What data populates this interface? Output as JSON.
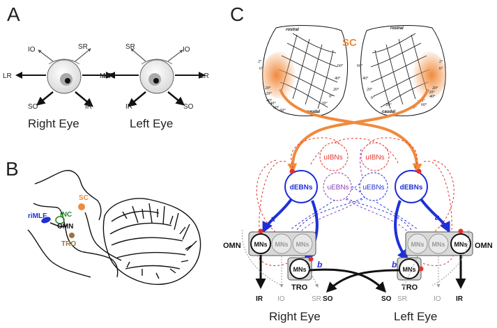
{
  "panels": {
    "a": "A",
    "b": "B",
    "c": "C"
  },
  "panel_a": {
    "right_eye": {
      "title": "Right Eye",
      "io": "IO",
      "sr": "SR",
      "lr": "LR",
      "mr": "MR",
      "so": "SO",
      "ir": "IR"
    },
    "left_eye": {
      "title": "Left Eye",
      "sr": "SR",
      "io": "IO",
      "mr": "MR",
      "lr": "LR",
      "ir": "IR",
      "so": "SO"
    }
  },
  "panel_b": {
    "sc": "SC",
    "rimlf": "riMLF",
    "inc": "iNC",
    "omn": "OMN",
    "tro": "TRO"
  },
  "panel_c": {
    "sc": "SC",
    "map_labels": {
      "rostral": "rostral",
      "caudal": "caudal"
    },
    "left_map_ticks": [
      "2°",
      "6°",
      "20°",
      "40°",
      "60°",
      "−20°",
      "−40°",
      "−60°",
      "20°",
      "40°",
      "60°",
      "0°",
      "−20°"
    ],
    "right_map_ticks": [
      "2°",
      "6°",
      "20°",
      "40°",
      "60°",
      "−20°",
      "−40°",
      "−60°",
      "20°",
      "40°",
      "60°",
      "0°",
      "−20°"
    ],
    "uibns_left": "uIBNs",
    "uibns_right": "uIBNs",
    "uebns_left": "uEBNs",
    "uebns_right": "uEBNs",
    "debns_left": "dEBNs",
    "debns_right": "dEBNs",
    "mns": "MNs",
    "omn_left": "OMN",
    "omn_right": "OMN",
    "tro_left": "TRO",
    "tro_right": "TRO",
    "path_a": "a",
    "path_b": "b",
    "outputs_left": {
      "ir": "IR",
      "io": "IO",
      "sr": "SR",
      "so": "SO"
    },
    "outputs_right": {
      "so": "SO",
      "sr": "SR",
      "io": "IO",
      "ir": "IR"
    },
    "right_eye_title": "Right Eye",
    "left_eye_title": "Left Eye"
  },
  "colors": {
    "blue": "#1f2fd6",
    "orange": "#f08a3c",
    "red": "#e0332b",
    "purple": "#8a3fb5",
    "green": "#2a8a2a",
    "brown": "#a3703a",
    "gray": "#888888"
  }
}
